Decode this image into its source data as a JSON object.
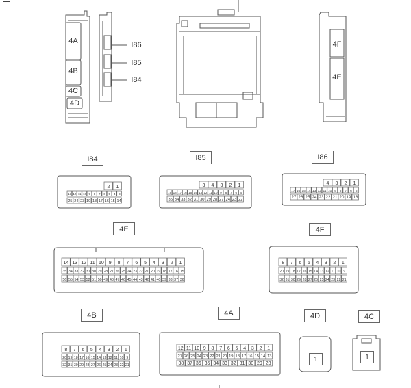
{
  "overview": {
    "left_unit_labels": [
      "4A",
      "4B",
      "4C",
      "4D"
    ],
    "left_connector_labels": [
      "I86",
      "I85",
      "I84"
    ],
    "right_unit_labels": [
      "4F",
      "4E"
    ]
  },
  "connectors": {
    "i84": {
      "title": "I84",
      "row1": [
        "2",
        "1"
      ],
      "row2": [
        "13",
        "12",
        "11",
        "10",
        "9",
        "8",
        "7",
        "6",
        "5",
        "4",
        "3"
      ],
      "row3": [
        "25",
        "24",
        "23",
        "19",
        "18",
        "17",
        "16",
        "15",
        "14"
      ]
    },
    "i85": {
      "title": "I85",
      "row1": [
        "3",
        "4",
        "3",
        "2",
        "1"
      ],
      "row2": [
        "19",
        "18",
        "17",
        "16",
        "15",
        "14",
        "13",
        "12",
        "11",
        "10",
        "9",
        "8",
        "7",
        "6",
        "5"
      ],
      "row3": [
        "35",
        "34",
        "33",
        "32",
        "31",
        "30",
        "29",
        "28",
        "27",
        "24",
        "23",
        "22"
      ]
    },
    "i86": {
      "title": "I86",
      "row1": [
        "4",
        "3",
        "2",
        "1"
      ],
      "row2": [
        "17",
        "16",
        "15",
        "14",
        "13",
        "12",
        "11",
        "10",
        "9",
        "8",
        "7",
        "6",
        "5"
      ],
      "row3": [
        "27",
        "26",
        "25",
        "24",
        "23",
        "22",
        "21",
        "20",
        "19",
        "18"
      ]
    },
    "c4e": {
      "title": "4E",
      "row1": [
        "14",
        "13",
        "12",
        "11",
        "10",
        "9",
        "8",
        "7",
        "6",
        "5",
        "4",
        "3",
        "2",
        "1"
      ],
      "row2": [
        "35",
        "34",
        "33",
        "32",
        "31",
        "30",
        "29",
        "28",
        "27",
        "26",
        "25",
        "24",
        "23",
        "22",
        "21",
        "20",
        "19",
        "18",
        "17",
        "16",
        "15"
      ],
      "row3": [
        "56",
        "55",
        "54",
        "53",
        "52",
        "51",
        "50",
        "49",
        "48",
        "47",
        "46",
        "45",
        "44",
        "43",
        "42",
        "41",
        "40",
        "39",
        "38",
        "37",
        "36"
      ]
    },
    "c4f": {
      "title": "4F",
      "row1": [
        "8",
        "7",
        "6",
        "5",
        "4",
        "3",
        "2",
        "1"
      ],
      "row2": [
        "20",
        "19",
        "18",
        "17",
        "16",
        "15",
        "14",
        "13",
        "12",
        "11",
        "10",
        "9"
      ],
      "row3": [
        "32",
        "31",
        "30",
        "29",
        "28",
        "27",
        "26",
        "25",
        "24",
        "23",
        "22",
        "21"
      ]
    },
    "c4b": {
      "title": "4B",
      "row1": [
        "8",
        "7",
        "6",
        "5",
        "4",
        "3",
        "2",
        "1"
      ],
      "row2": [
        "20",
        "19",
        "18",
        "17",
        "16",
        "15",
        "14",
        "13",
        "12",
        "11",
        "10",
        "9"
      ],
      "row3": [
        "32",
        "31",
        "30",
        "29",
        "28",
        "27",
        "26",
        "25",
        "24",
        "23",
        "22",
        "21"
      ]
    },
    "c4a": {
      "title": "4A",
      "row1": [
        "12",
        "11",
        "10",
        "9",
        "8",
        "7",
        "6",
        "5",
        "4",
        "3",
        "2",
        "1"
      ],
      "row2": [
        "27",
        "26",
        "25",
        "24",
        "23",
        "22",
        "21",
        "20",
        "19",
        "18",
        "17",
        "16",
        "15",
        "14",
        "13"
      ],
      "row3": [
        "38",
        "37",
        "36",
        "35",
        "34",
        "33",
        "32",
        "31",
        "30",
        "29",
        "28"
      ]
    },
    "c4d": {
      "title": "4D",
      "pin": "1"
    },
    "c4c": {
      "title": "4C",
      "pin": "1"
    }
  }
}
